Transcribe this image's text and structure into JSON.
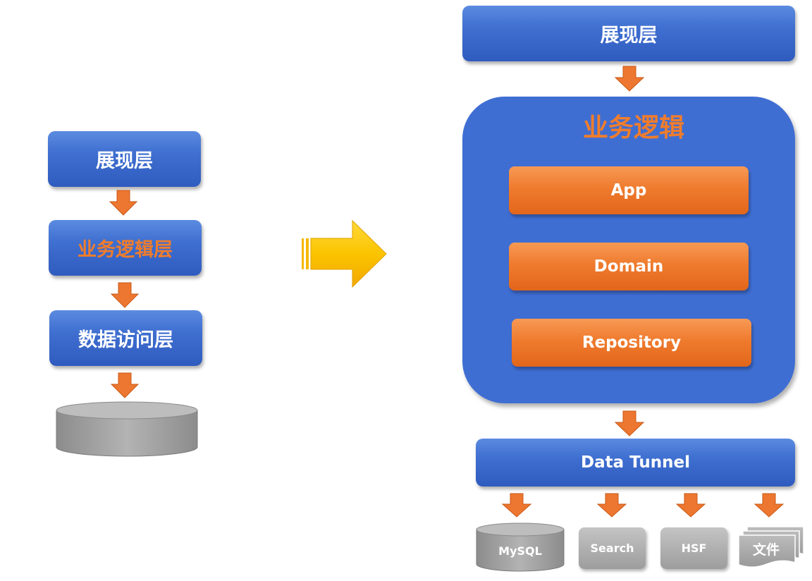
{
  "left": {
    "presentation": "展现层",
    "business": "业务逻辑层",
    "data_access": "数据访问层"
  },
  "right": {
    "presentation": "展现层",
    "business_title": "业务逻辑",
    "app": "App",
    "domain": "Domain",
    "repository": "Repository",
    "data_tunnel": "Data Tunnel",
    "storage": {
      "mysql": "MySQL",
      "search": "Search",
      "hsf": "HSF",
      "file": "文件"
    }
  },
  "colors": {
    "blue": "#3f6fd0",
    "orange": "#ef7b2e",
    "highlight_text": "#f07d2c",
    "gray": "#a6a6a6",
    "big_arrow": "#f5b800"
  }
}
